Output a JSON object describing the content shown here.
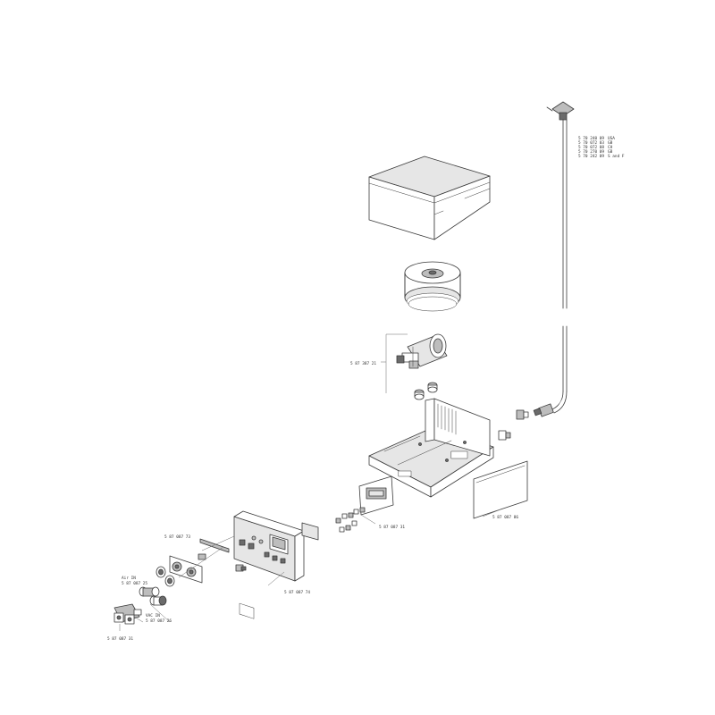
{
  "labels": {
    "cord_ref_1": "5 70 240 09",
    "cord_ref_1_suffix": "USA",
    "cord_ref_2": "5 70 072 03",
    "cord_ref_2_suffix": "GB",
    "cord_ref_3": "5 70 072 08",
    "cord_ref_3_suffix": "CH",
    "cord_ref_4": "5 70 270 09",
    "cord_ref_4_suffix": "GB",
    "cord_ref_5": "5 70 242 09",
    "cord_ref_5_suffix": "S and F",
    "transformer_ref": "5 87 387 21",
    "side_panel_ref": "5 87 087 86",
    "connector_ref": "5 87 087 31",
    "frontpanel_ref": "5 87 087 74",
    "strip_ref": "5 87 087 73",
    "air_label": "Air IN",
    "air_ref": "5 87 087 25",
    "vac_label": "VAC IN",
    "vac_ref": "5 87 087 26",
    "bottom_ref": "5 87 087 31"
  }
}
